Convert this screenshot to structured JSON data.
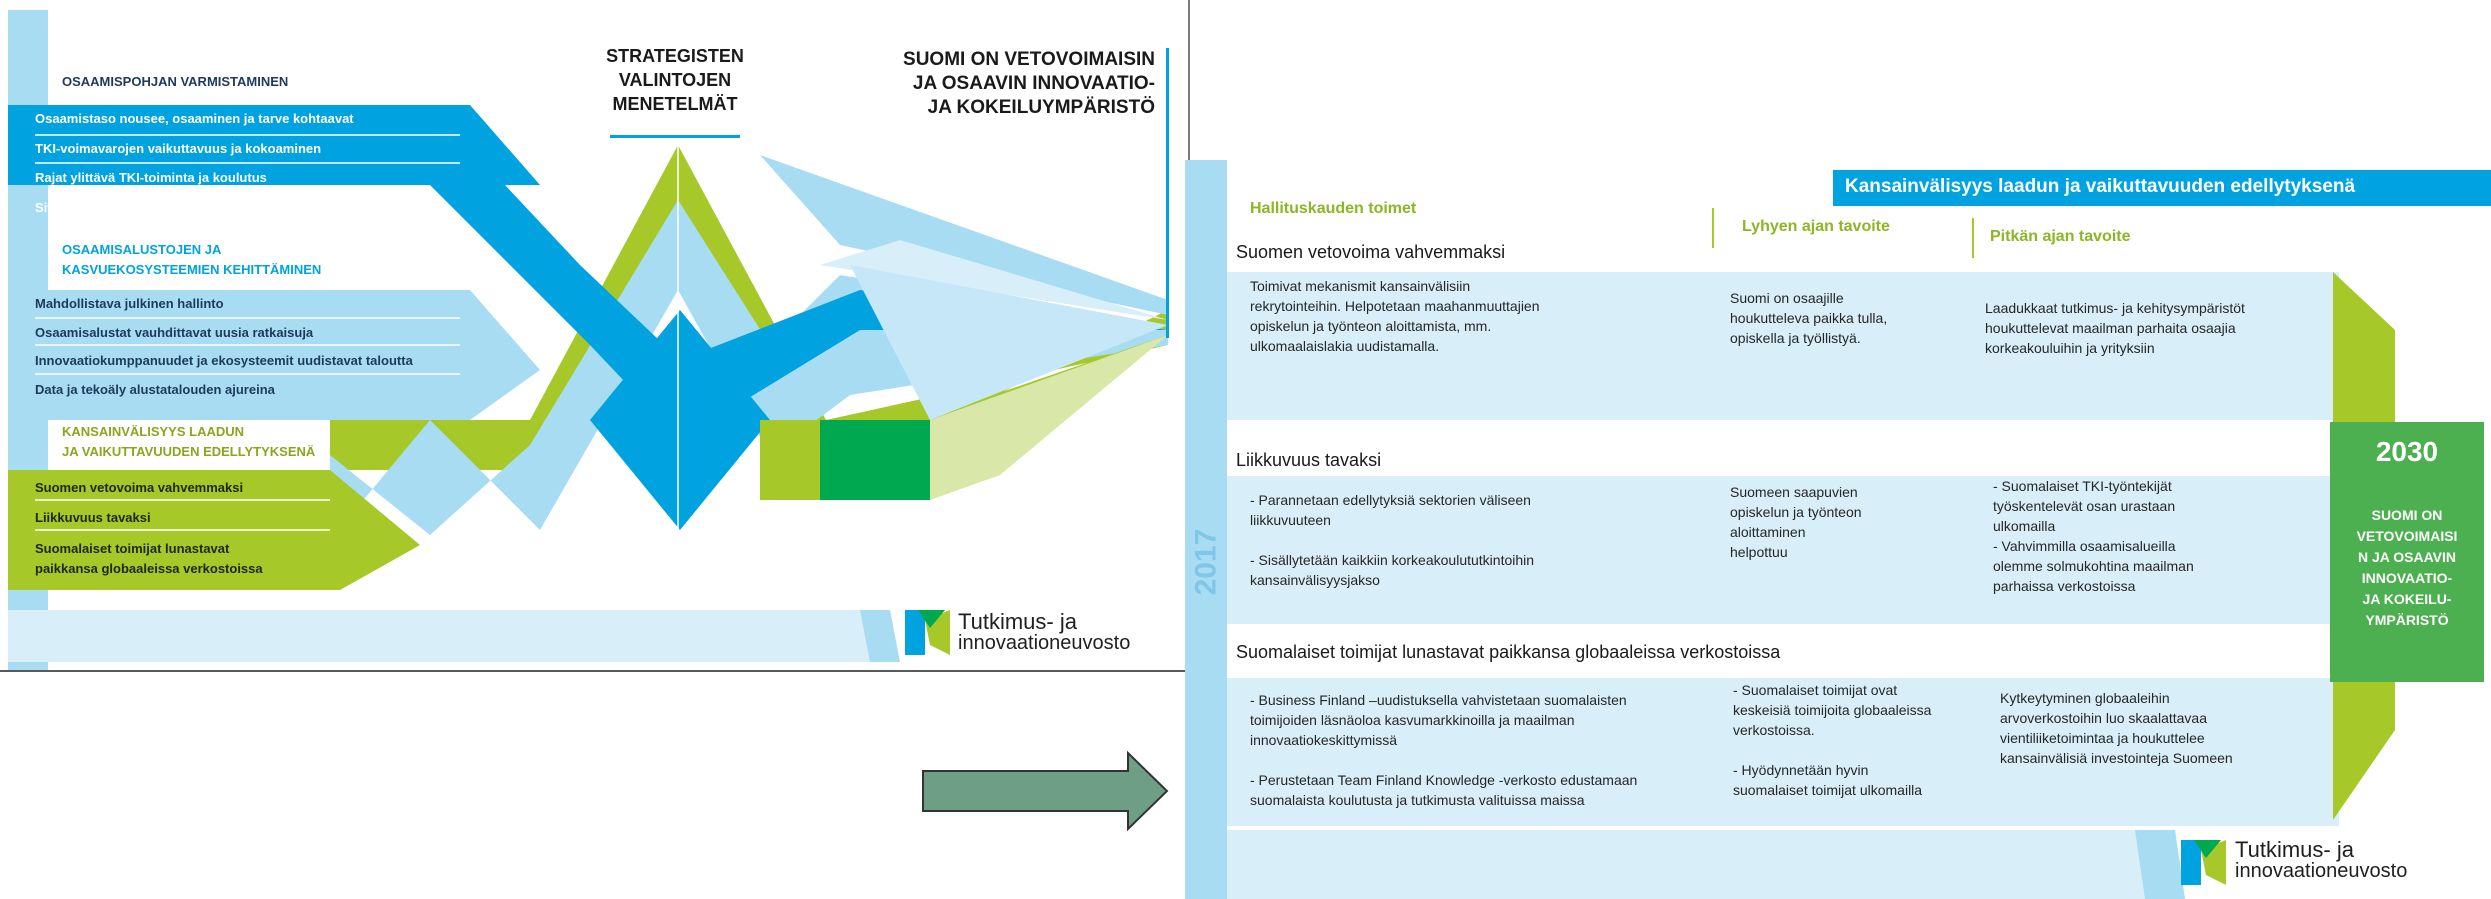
{
  "left_slide": {
    "sections": [
      {
        "title": "OSAAMISPOHJAN VARMISTAMINEN",
        "items": [
          "Osaamistaso nousee, osaaminen ja tarve kohtaavat",
          "TKI-voimavarojen vaikuttavuus ja kokoaminen",
          "Rajat ylittävä TKI-toiminta ja koulutus",
          "Sivistys, osallisuus ja merkityksellisyys Suomen vahvuuksiksi"
        ]
      },
      {
        "title_line1": "OSAAMISALUSTOJEN JA",
        "title_line2": "KASVUEKOSYSTEEMIEN KEHITTÄMINEN",
        "items": [
          "Mahdollistava julkinen hallinto",
          "Osaamisalustat vauhdittavat uusia ratkaisuja",
          "Innovaatiokumppanuudet ja ekosysteemit uudistavat taloutta",
          "Data ja tekoäly alustatalouden ajureina"
        ]
      },
      {
        "title_line1": "KANSAINVÄLISYYS LAADUN",
        "title_line2": "JA VAIKUTTAVUUDEN EDELLYTYKSENÄ",
        "items": [
          "Suomen vetovoima vahvemmaksi",
          "Liikkuvuus tavaksi",
          "Suomalaiset toimijat lunastavat",
          "paikkansa globaaleissa verkostoissa"
        ]
      }
    ],
    "center_title": [
      "STRATEGISTEN",
      "VALINTOJEN",
      "MENETELMÄT"
    ],
    "right_title": [
      "SUOMI ON VETOVOIMAISIN",
      "JA OSAAVIN INNOVAATIO-",
      "JA KOKEILUYMPÄRISTÖ"
    ],
    "logo": {
      "line1": "Tutkimus- ja",
      "line2": "innovaationeuvosto"
    }
  },
  "right_slide": {
    "banner": "Kansainvälisyys laadun ja vaikuttavuuden edellytyksenä",
    "col_headers": [
      "Hallituskauden toimet",
      "Lyhyen ajan tavoite",
      "Pitkän ajan tavoite"
    ],
    "year_left": "2017",
    "year_right": "2030",
    "goal": [
      "SUOMI ON",
      "VETOVOIMAISI",
      "N JA OSAAVIN",
      "INNOVAATIO-",
      "JA KOKEILU-",
      "YMPÄRISTÖ"
    ],
    "rows": [
      {
        "heading": "Suomen vetovoima vahvemmaksi",
        "actions": "Toimivat mekanismit kansainvälisiin\nrekrytointeihin. Helpotetaan maahanmuuttajien\nopiskelun ja työnteon aloittamista, mm.\nulkomaalaislakia uudistamalla.",
        "short": "Suomi on osaajille\nhoukutteleva paikka tulla,\nopiskella ja työllistyä.",
        "long": "Laadukkaat tutkimus- ja kehitysympäristöt\nhoukuttelevat maailman parhaita osaajia\nkorkeakouluihin ja yrityksiin"
      },
      {
        "heading": "Liikkuvuus  tavaksi",
        "actions": "- Parannetaan edellytyksiä sektorien väliseen\nliikkuvuuteen\n\n- Sisällytetään kaikkiin korkeakoulututkintoihin\nkansainvälisyysjakso",
        "short": "Suomeen saapuvien\nopiskelun ja työnteon\naloittaminen\nhelpottuu",
        "long": "- Suomalaiset TKI-työntekijät\ntyöskentelevät osan urastaan\nulkomailla\n- Vahvimmilla osaamisalueilla\nolemme solmukohtina maailman\nparhaissa verkostoissa"
      },
      {
        "heading": "Suomalaiset toimijat lunastavat paikkansa  globaaleissa verkostoissa",
        "actions": "- Business Finland –uudistuksella vahvistetaan suomalaisten\ntoimijoiden läsnäoloa kasvumarkkinoilla ja maailman\ninnovaatiokeskittymissä\n\n- Perustetaan Team Finland Knowledge -verkosto edustamaan\nsuomalaista koulutusta ja tutkimusta valituissa maissa",
        "short": "- Suomalaiset toimijat ovat\nkeskeisiä toimijoita globaaleissa\nverkostoissa.\n\n - Hyödynnetään hyvin\nsuomalaiset toimijat ulkomailla",
        "long": "Kytkeytyminen globaaleihin\narvoverkostoihin luo skaalattavaa\nvientiliiketoimintaa ja houkuttelee\nkansainvälisiä investointeja Suomeen"
      }
    ],
    "logo": {
      "line1": "Tutkimus- ja",
      "line2": "innovaationeuvosto"
    }
  },
  "colors": {
    "blue": "#00a3e0",
    "light_blue": "#a8dcf3",
    "pale_blue": "#d8eef8",
    "green": "#a6c829",
    "dark_green": "#00a84f",
    "navy": "#1d3a5c",
    "gray_green_arrow": "#6e9e86"
  }
}
